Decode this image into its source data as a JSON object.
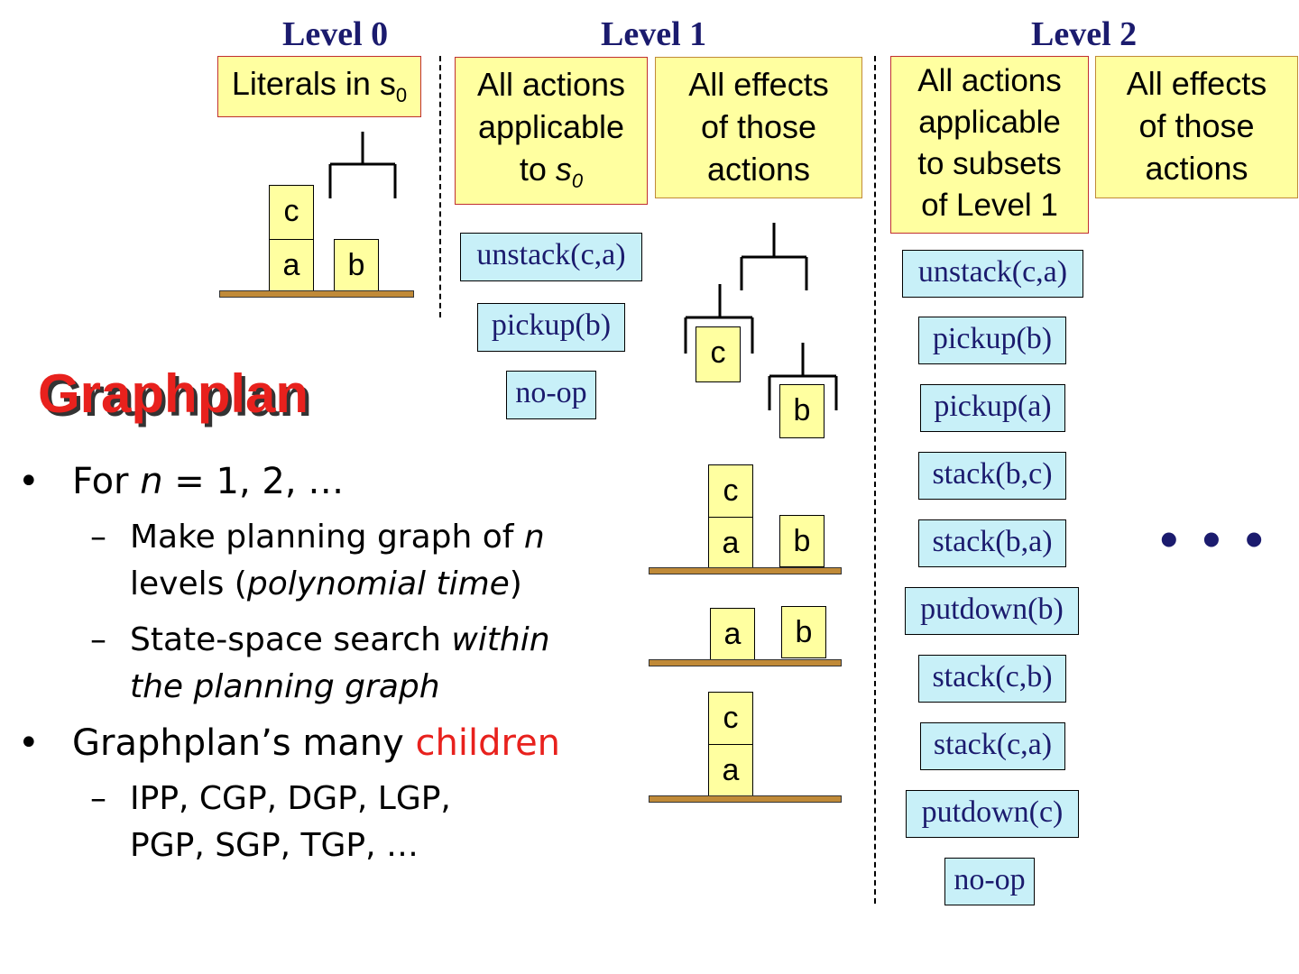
{
  "levels": {
    "level0": "Level 0",
    "level1": "Level 1",
    "level2": "Level 2"
  },
  "boxes": {
    "literals": "Literals in s",
    "literals_sub": "0",
    "actions_l1_line1": "All actions",
    "actions_l1_line2": "applicable",
    "actions_l1_line3": "to ",
    "actions_l1_s": "s",
    "actions_l1_sub": "0",
    "effects_l1": [
      "All effects",
      "of those",
      "actions"
    ],
    "actions_l2": [
      "All actions",
      "applicable",
      "to subsets",
      "of Level 1"
    ],
    "effects_l2": [
      "All effects",
      "of those",
      "actions"
    ]
  },
  "level1_actions": [
    "unstack(c,a)",
    "pickup(b)",
    "no-op"
  ],
  "level2_actions": [
    "unstack(c,a)",
    "pickup(b)",
    "pickup(a)",
    "stack(b,c)",
    "stack(b,a)",
    "putdown(b)",
    "stack(c,b)",
    "stack(c,a)",
    "putdown(c)",
    "no-op"
  ],
  "blocks": {
    "a": "a",
    "b": "b",
    "c": "c"
  },
  "title": "Graphplan",
  "bullets": {
    "b1_prefix": "For ",
    "b1_n": "n",
    "b1_suffix": " = 1, 2, …",
    "sub1_a": "Make planning graph of ",
    "sub1_n": "n",
    "sub1_b": "levels (",
    "sub1_italic": "polynomial time",
    "sub1_c": ")",
    "sub2_a": "State-space search ",
    "sub2_italic1": "within",
    "sub2_italic2": "the planning graph",
    "b2_a": "Graphplan’s many ",
    "b2_red": "children",
    "sub3_line1": "IPP, CGP, DGP, LGP,",
    "sub3_line2": "PGP, SGP, TGP, …"
  },
  "ellipsis": "• • •",
  "colors": {
    "accent_red": "#e8211d",
    "navy": "#1b1b6e",
    "box_yellow": "#ffffa0",
    "action_cyan": "#c8f0f8",
    "table_brown": "#c08a38"
  }
}
